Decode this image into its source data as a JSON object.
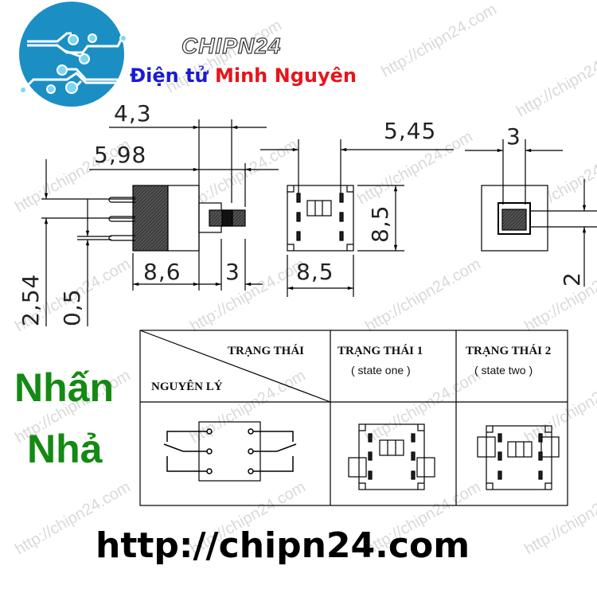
{
  "brand": {
    "logo_icon": "circuit-board-circle-logo",
    "title": "CHIPN24",
    "subtitle_part1": "Điện tử",
    "subtitle_part2": "Minh Nguyên",
    "colors": {
      "logo_circle": "#1b8fc4",
      "subtitle_blue": "#1a1ad6",
      "subtitle_red": "#e8141b"
    }
  },
  "drawing": {
    "side_view": {
      "dim_top": "4,3",
      "dim_second": "5,98",
      "dim_bottom_left": "8,6",
      "dim_bottom_right": "3",
      "dim_left_pitch": "2,54",
      "dim_left_pin": "0,5"
    },
    "top_view": {
      "dim_top": "5,45",
      "dim_height": "8,5",
      "dim_width": "8,5"
    },
    "end_view": {
      "dim_top": "3",
      "dim_right": "2"
    }
  },
  "table": {
    "header_diag_top": "TRẠNG THÁI",
    "header_diag_bottom": "NGUYÊN LÝ",
    "col1_title": "TRẠNG THÁI 1",
    "col1_sub": "( state one )",
    "col2_title": "TRẠNG THÁI 2",
    "col2_sub": "( state two )"
  },
  "labels": {
    "push": "Nhấn",
    "release": "Nhả",
    "green": "#138a13"
  },
  "footer": {
    "url": "http://chipn24.com"
  },
  "watermark": "http://chipn24.com"
}
